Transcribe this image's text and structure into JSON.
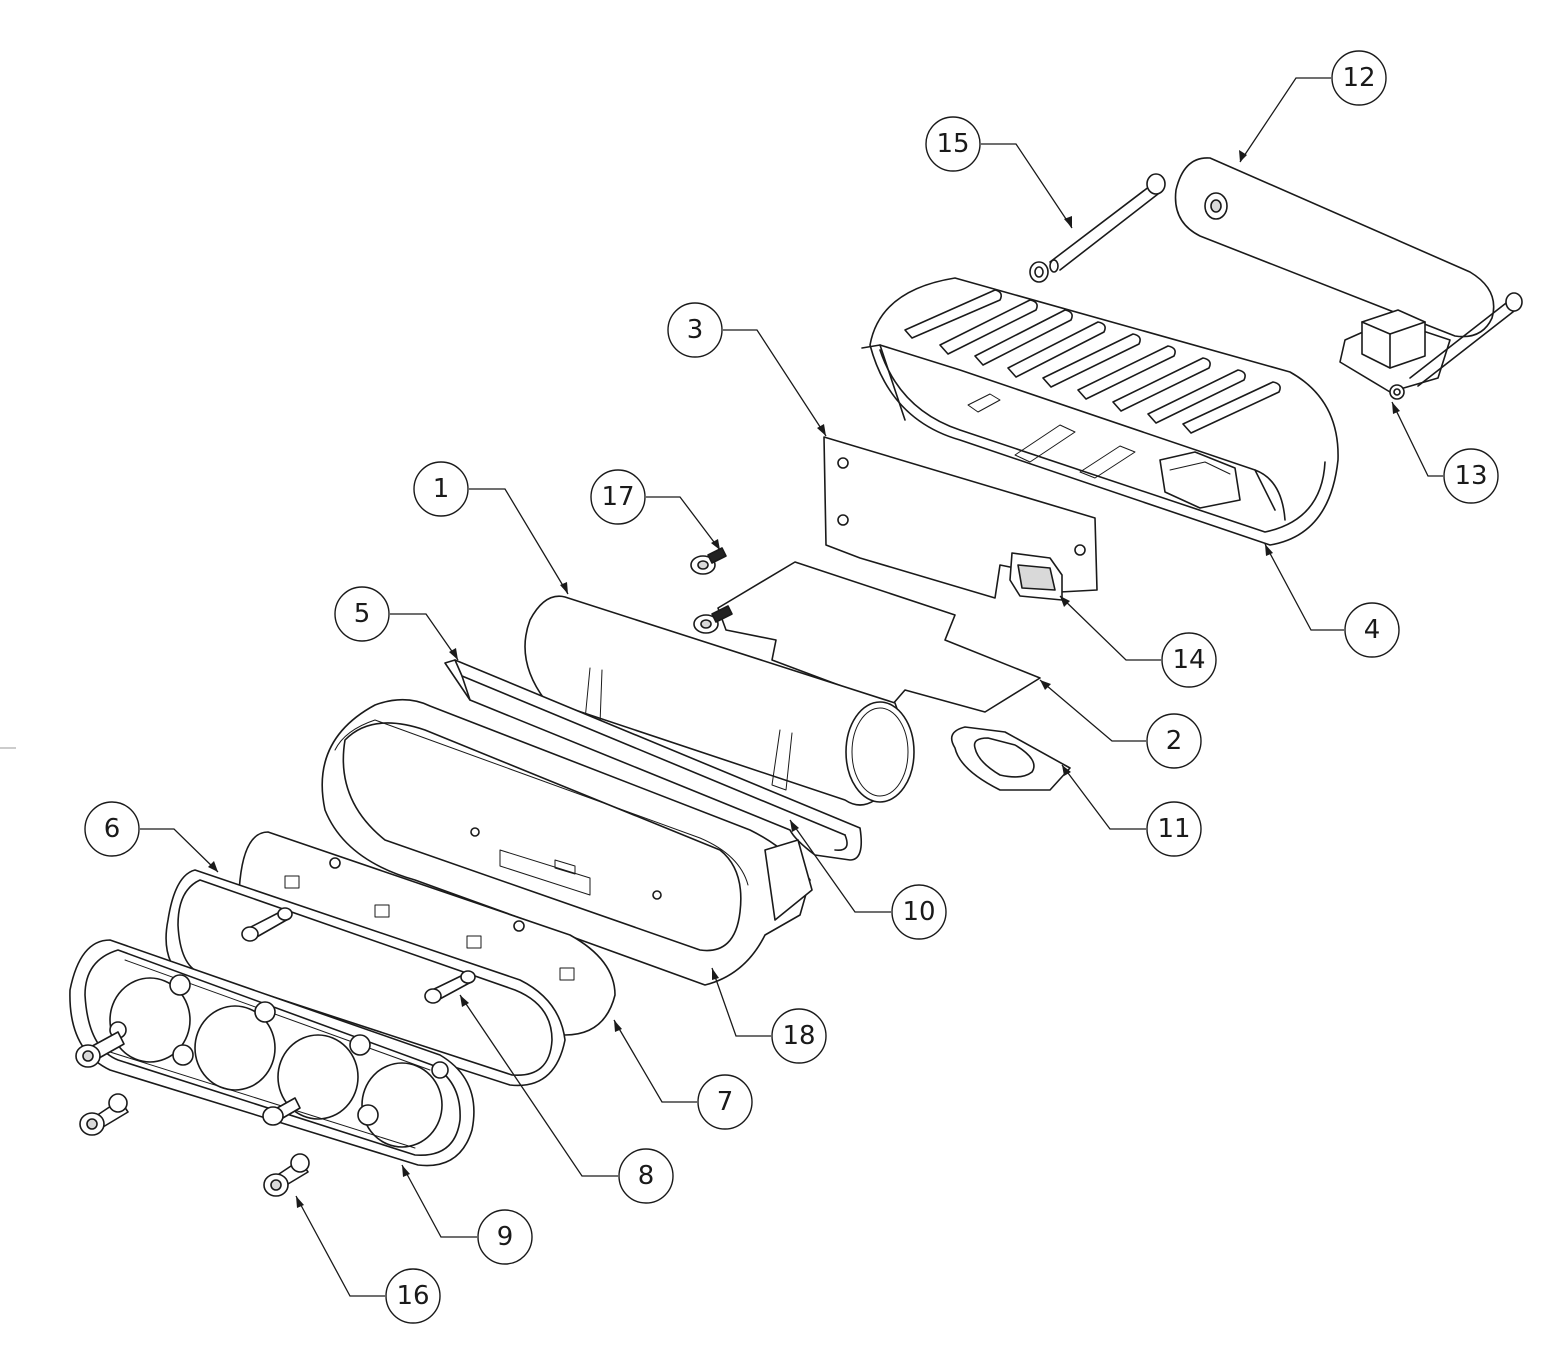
{
  "balloons": [
    {
      "id": "b1",
      "label": "1"
    },
    {
      "id": "b2",
      "label": "2"
    },
    {
      "id": "b3",
      "label": "3"
    },
    {
      "id": "b4",
      "label": "4"
    },
    {
      "id": "b5",
      "label": "5"
    },
    {
      "id": "b6",
      "label": "6"
    },
    {
      "id": "b7",
      "label": "7"
    },
    {
      "id": "b8",
      "label": "8"
    },
    {
      "id": "b9",
      "label": "9"
    },
    {
      "id": "b10",
      "label": "10"
    },
    {
      "id": "b11",
      "label": "11"
    },
    {
      "id": "b12",
      "label": "12"
    },
    {
      "id": "b13",
      "label": "13"
    },
    {
      "id": "b14",
      "label": "14"
    },
    {
      "id": "b15",
      "label": "15"
    },
    {
      "id": "b16",
      "label": "16"
    },
    {
      "id": "b17",
      "label": "17"
    },
    {
      "id": "b18",
      "label": "18"
    }
  ],
  "colors": {
    "line": "#1a1a1a",
    "background": "#ffffff"
  }
}
